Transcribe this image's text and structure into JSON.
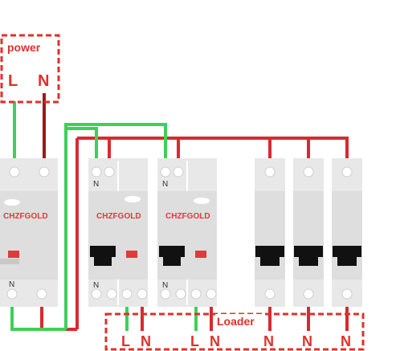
{
  "power": {
    "title": "power",
    "terminals": [
      "L",
      "N"
    ]
  },
  "breakers": {
    "brand": "CHZFGOLD",
    "neutral_mark": "N"
  },
  "loader": {
    "title": "Loader",
    "terminals": [
      "L",
      "N",
      "L",
      "N",
      "N",
      "N",
      "N"
    ]
  },
  "colors": {
    "live_wire": "#d82a2f",
    "neutral_wire": "#9c1a1a",
    "green_wire": "#3fcf5a",
    "dash_box": "#e0302a",
    "breaker_body": "#e8e8e8",
    "toggle": "#111111",
    "indicator": "#e03a3a"
  }
}
